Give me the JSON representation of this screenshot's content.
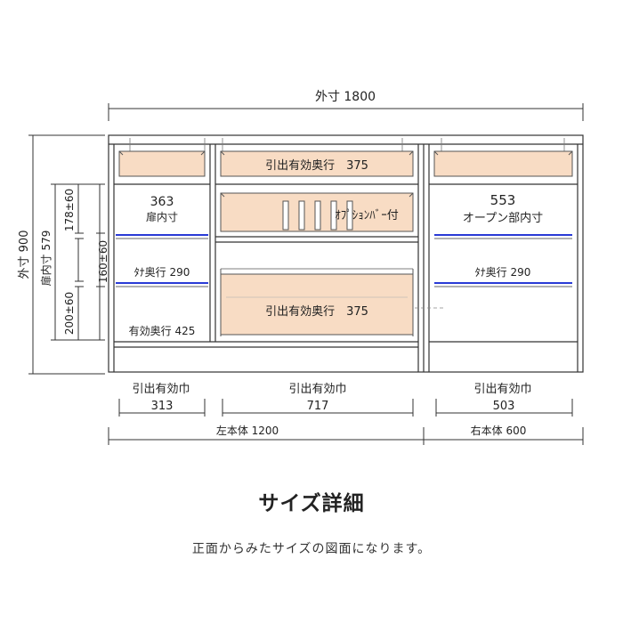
{
  "diagram": {
    "outer_width": "外寸 1800",
    "outer_height": "外寸 900",
    "door_inner_height": "扉内寸 579",
    "dim_178": "178±60",
    "dim_160": "160±60",
    "dim_200": "200±60",
    "top_drawer_label": "引出有効奥行　375",
    "left_width_value": "363",
    "left_door_label": "扉内寸",
    "shelf_depth_left": "ﾀﾅ奥行 290",
    "left_depth": "有効奥行 425",
    "option_bar": "ｵﾌﾟｼｮﾝﾊﾞｰ付",
    "bottom_drawer_label": "引出有効奥行　375",
    "right_width_value": "553",
    "right_open_label": "オープン部内寸",
    "shelf_depth_right": "ﾀﾅ奥行 290",
    "drawer_width_label_left": "引出有効巾",
    "drawer_width_left": "313",
    "drawer_width_label_mid": "引出有効巾",
    "drawer_width_mid": "717",
    "drawer_width_label_right": "引出有効巾",
    "drawer_width_right": "503",
    "left_body": "左本体 1200",
    "right_body": "右本体 600"
  },
  "colors": {
    "drawer_fill": "#f8dcc4",
    "shelf_line": "#2a3bd6"
  },
  "heading": "サイズ詳細",
  "caption": "正面からみたサイズの図面になります。"
}
